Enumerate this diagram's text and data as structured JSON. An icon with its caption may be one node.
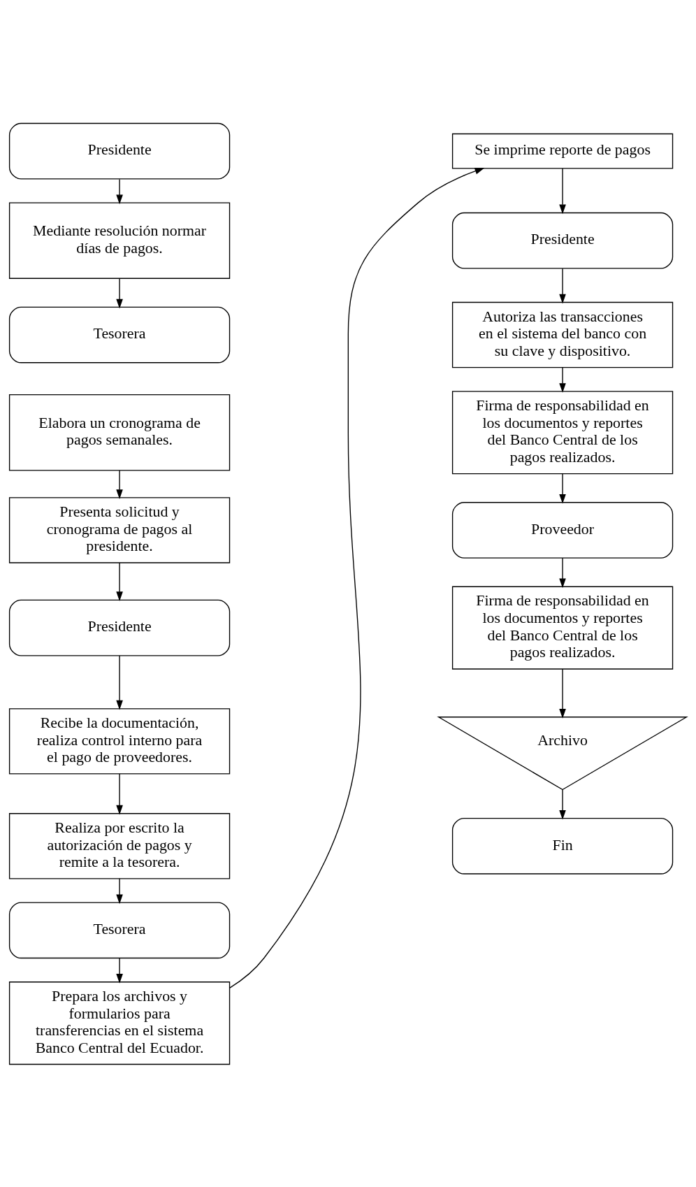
{
  "diagram": {
    "nodes": [
      {
        "text": [
          "Presidente"
        ]
      },
      {
        "text": [
          "Mediante resolución normar días de pagos."
        ]
      },
      {
        "text": [
          "Tesorera"
        ]
      },
      {
        "text": [
          "Elabora un cronograma de pagos semanales."
        ]
      },
      {
        "text": [
          "Presenta solicitud y cronograma de pagos al presidente."
        ]
      },
      {
        "text": [
          "Presidente"
        ]
      },
      {
        "text": [
          "Recibe la documentación, realiza control interno para el pago de proveedores."
        ]
      },
      {
        "text": [
          "Realiza por escrito la autorización de pagos y remite a la tesorera."
        ]
      },
      {
        "text": [
          "Tesorera"
        ]
      },
      {
        "text": [
          "Prepara los archivos y formularios para transferencias en el sistema Banco Central del Ecuador."
        ]
      },
      {
        "text": [
          "Se imprime reporte de pagos"
        ]
      },
      {
        "text": [
          "Presidente"
        ]
      },
      {
        "text": [
          "Autoriza las transacciones en el sistema del banco con su clave y dispositivo."
        ]
      },
      {
        "text": [
          "Firma de responsabilidad en los documentos y reportes del Banco Central de los pagos realizados."
        ]
      },
      {
        "text": [
          "Proveedor"
        ]
      },
      {
        "text": [
          "Firma de responsabilidad en los documentos y reportes del Banco Central de los pagos realizados."
        ]
      },
      {
        "text": [
          "Archivo"
        ]
      },
      {
        "text": [
          "Fin"
        ]
      }
    ],
    "edges": [
      {
        "from": 0,
        "to": 1,
        "arrow": "to"
      },
      {
        "from": 1,
        "to": 2,
        "arrow": "to"
      },
      {
        "from": 3,
        "to": 4,
        "arrow": "to"
      },
      {
        "from": 4,
        "to": 5,
        "arrow": "to"
      },
      {
        "from": 5,
        "to": 6,
        "arrow": "to"
      },
      {
        "from": 6,
        "to": 7,
        "arrow": "to"
      },
      {
        "from": 7,
        "to": 8,
        "arrow": "to"
      },
      {
        "from": 8,
        "to": 9,
        "arrow": "to"
      },
      {
        "from": 9,
        "to": 10,
        "arrow": "to"
      },
      {
        "from": 10,
        "to": 11,
        "arrow": "to"
      },
      {
        "from": 11,
        "to": 12,
        "arrow": "to"
      },
      {
        "from": 12,
        "to": 13,
        "arrow": "to"
      },
      {
        "from": 13,
        "to": 14,
        "arrow": "to"
      },
      {
        "from": 14,
        "to": 15,
        "arrow": "to"
      },
      {
        "from": 15,
        "to": 16,
        "arrow": "to"
      },
      {
        "from": 16,
        "to": 17,
        "arrow": "to"
      }
    ]
  }
}
